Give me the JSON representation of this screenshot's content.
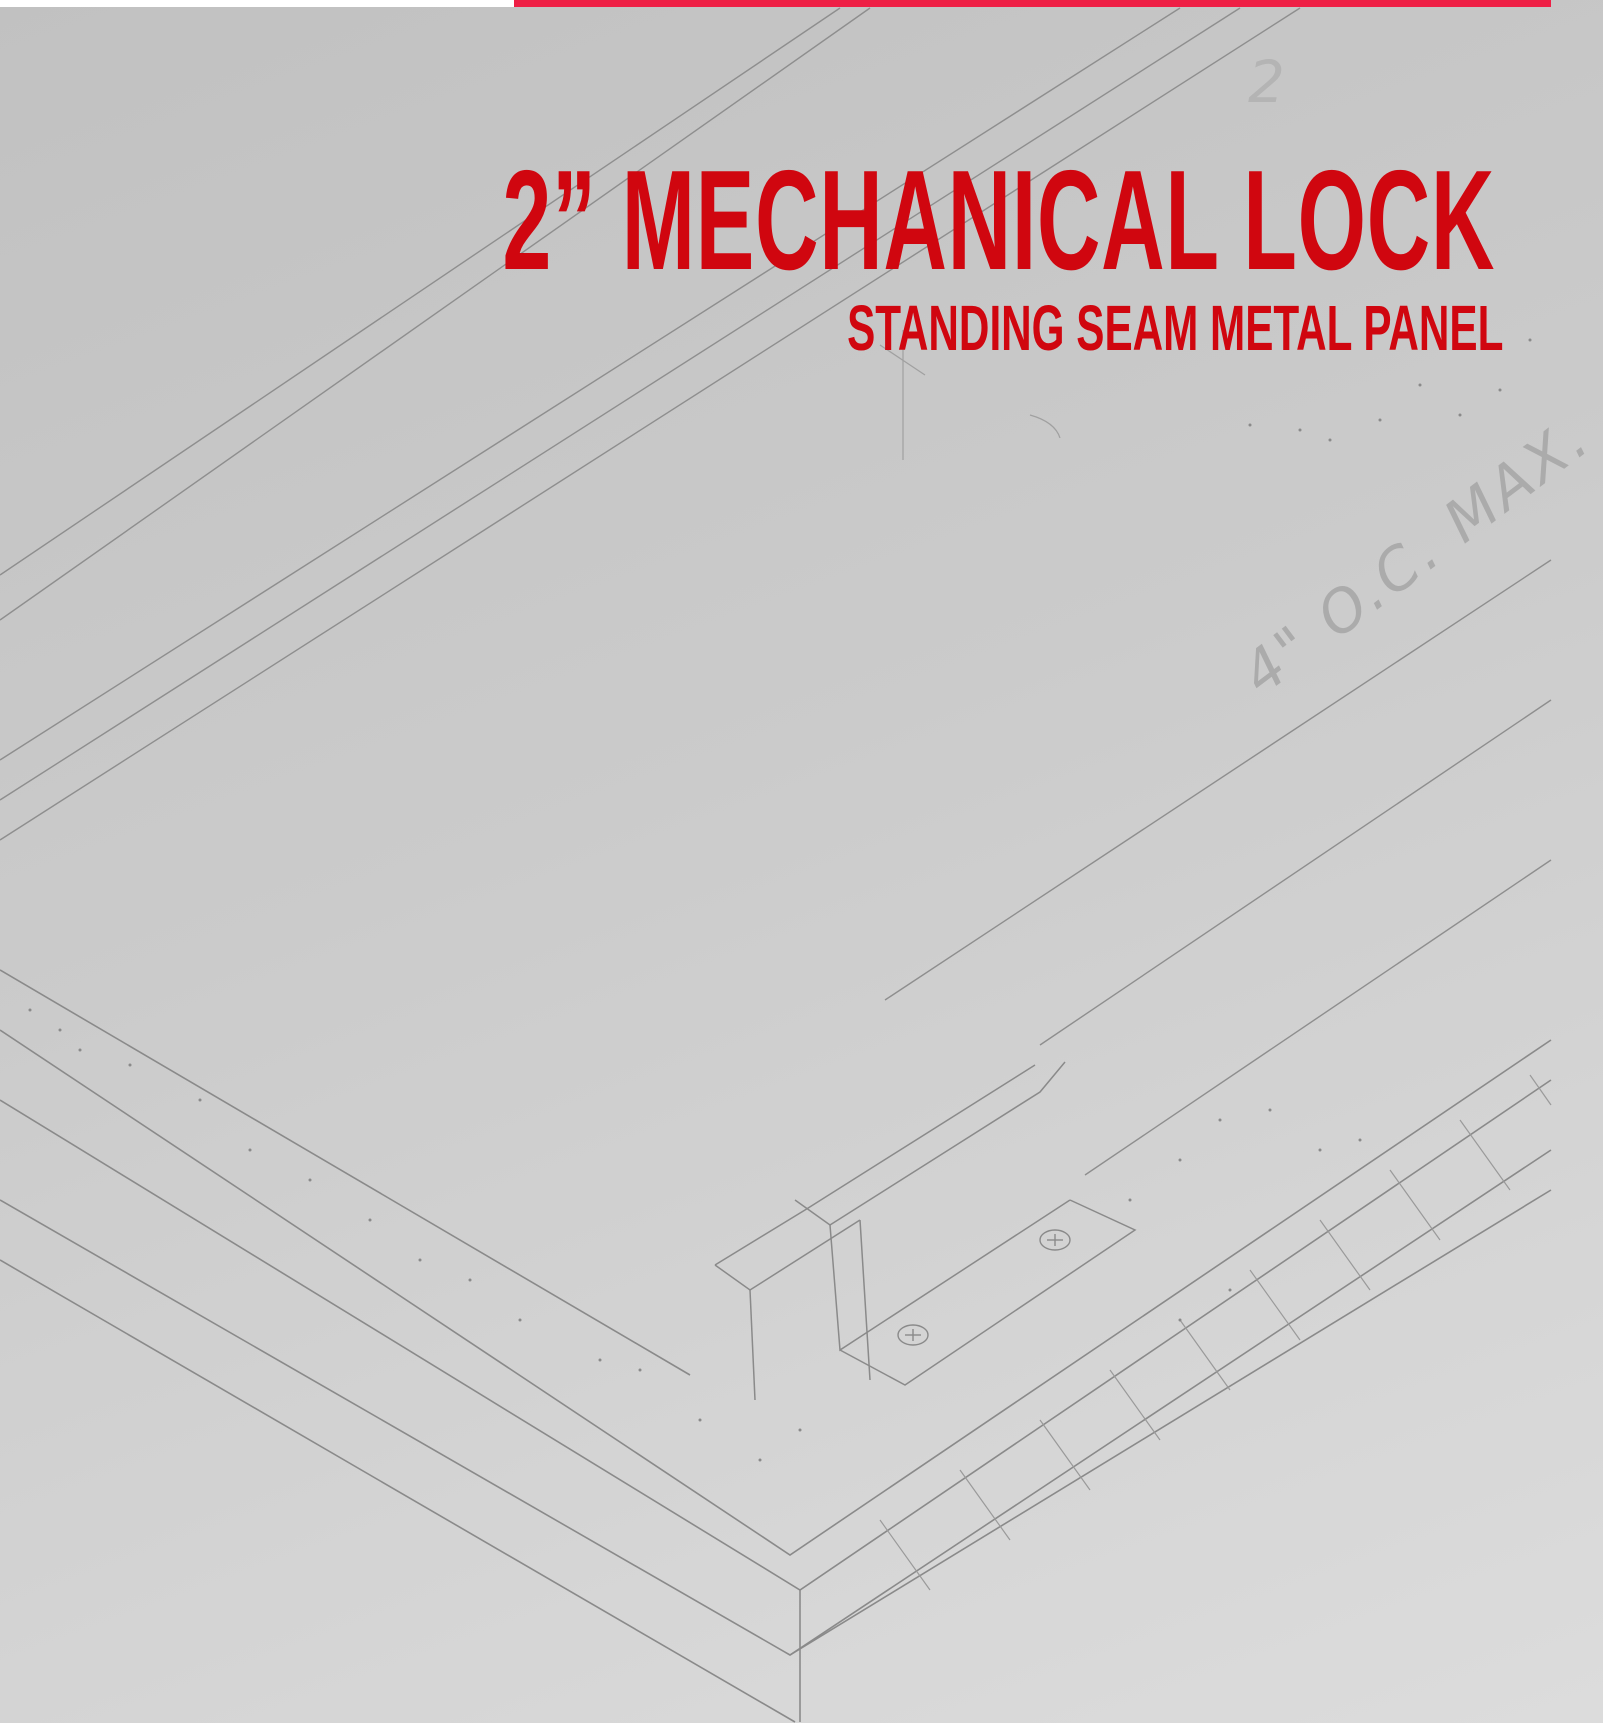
{
  "header": {
    "title": "2” MECHANICAL LOCK",
    "subtitle": "STANDING SEAM METAL PANEL",
    "accent_color": "#ee1f45",
    "title_color": "#d0060f"
  },
  "drawing": {
    "annotations": {
      "spacing": "4\" O.C. MAX.",
      "dimension": "2"
    },
    "line_color": "#8a8a8a"
  }
}
